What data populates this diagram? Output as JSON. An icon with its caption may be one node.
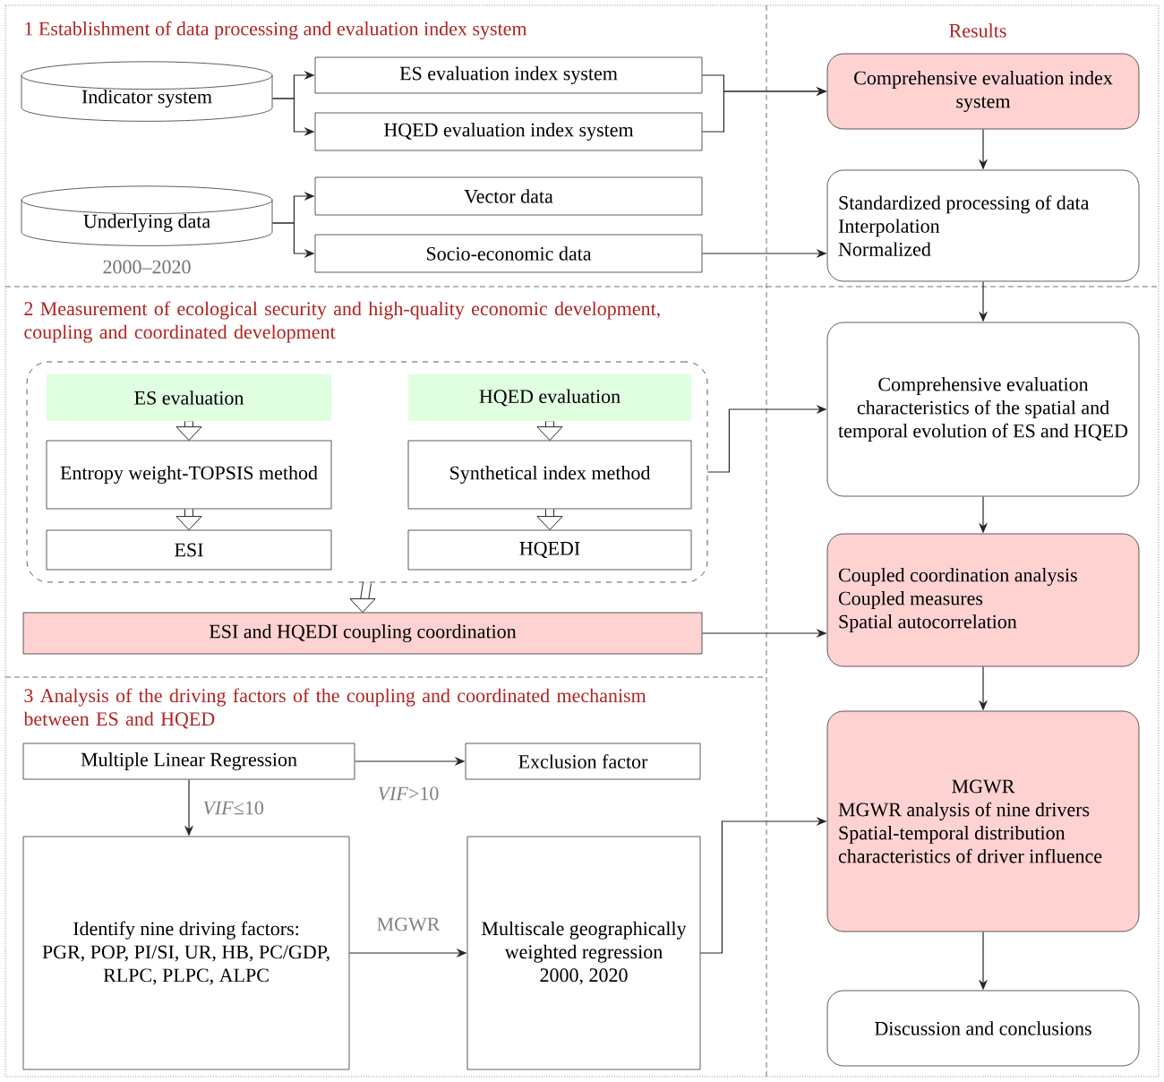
{
  "diagram": {
    "nodes": [
      {
        "text": [
          "Indicator system"
        ]
      },
      {
        "text": [
          "ES evaluation index system"
        ]
      },
      {
        "text": [
          "HQED evaluation index system"
        ]
      },
      {
        "text": [
          "Underlying data"
        ],
        "beside": [
          "2000–2020"
        ]
      },
      {
        "text": [
          "Vector data"
        ]
      },
      {
        "text": [
          "Socio-economic data"
        ]
      },
      {
        "text": [
          "Comprehensive evaluation index system"
        ]
      },
      {
        "text": [
          "Standardized processing of data",
          "Interpolation",
          "Normalized"
        ]
      },
      {
        "text": [],
        "shape": "box"
      },
      {
        "text": [
          "ES evaluation"
        ],
        "in": 8
      },
      {
        "text": [
          "Entropy weight-TOPSIS method"
        ],
        "in": 8
      },
      {
        "text": [
          "ESI"
        ],
        "in": 8
      },
      {
        "text": [
          "HQED evaluation"
        ],
        "in": 8
      },
      {
        "text": [
          "Synthetical index method"
        ],
        "in": 8
      },
      {
        "text": [
          "HQEDI"
        ],
        "in": 8
      },
      {
        "text": [
          "ESI and HQEDI coupling coordination"
        ]
      },
      {
        "text": [
          "Comprehensive evaluation characteristics of the spatial and temporal evolution of ES and HQED"
        ]
      },
      {
        "text": [
          "Coupled coordination analysis",
          "Coupled measures",
          "Spatial autocorrelation"
        ]
      },
      {
        "text": [
          "Multiple Linear Regression"
        ]
      },
      {
        "text": [
          "Exclusion factor"
        ]
      },
      {
        "text": [
          "Identify nine driving factors:",
          "PGR, POP, PI/SI, UR, HB, PC/GDP, RLPC, PLPC, ALPC"
        ]
      },
      {
        "text": [
          "Multiscale geographically weighted regression",
          "2000, 2020"
        ]
      },
      {
        "text": [
          "MGWR",
          "MGWR analysis of nine drivers",
          "Spatial-temporal distribution characteristics of driver influence"
        ]
      },
      {
        "text": [
          "Discussion and conclusions"
        ]
      }
    ],
    "edges": [
      {
        "from": 0,
        "to": 1,
        "arrow": "to"
      },
      {
        "from": 0,
        "to": 2,
        "arrow": "to"
      },
      {
        "from": 1,
        "to": 6,
        "arrow": "to"
      },
      {
        "from": 2,
        "to": 6,
        "arrow": "to"
      },
      {
        "from": 3,
        "to": 4,
        "arrow": "to"
      },
      {
        "from": 3,
        "to": 5,
        "arrow": "to"
      },
      {
        "from": 5,
        "to": 7,
        "arrow": "to"
      },
      {
        "from": 6,
        "to": 7,
        "arrow": "to"
      },
      {
        "from": 7,
        "to": 16,
        "arrow": "to"
      },
      {
        "from": 8,
        "to": 16,
        "arrow": "to"
      },
      {
        "from": 9,
        "to": 10,
        "arrow": "to",
        "style": "thick"
      },
      {
        "from": 10,
        "to": 11,
        "arrow": "to",
        "style": "thick"
      },
      {
        "from": 12,
        "to": 13,
        "arrow": "to",
        "style": "thick"
      },
      {
        "from": 13,
        "to": 14,
        "arrow": "to",
        "style": "thick"
      },
      {
        "from": 8,
        "to": 15,
        "arrow": "to",
        "style": "thick"
      },
      {
        "from": 15,
        "to": 17,
        "arrow": "to"
      },
      {
        "from": 16,
        "to": 17,
        "arrow": "to"
      },
      {
        "from": 18,
        "to": 19,
        "arrow": "to",
        "label": "*VIF*>10"
      },
      {
        "from": 18,
        "to": 20,
        "arrow": "to",
        "label": "*VIF*≤10"
      },
      {
        "from": 20,
        "to": 21,
        "arrow": "to",
        "label": "MGWR"
      },
      {
        "from": 21,
        "to": 22,
        "arrow": "to"
      },
      {
        "from": 17,
        "to": 22,
        "arrow": "to"
      },
      {
        "from": 22,
        "to": 23,
        "arrow": "to"
      }
    ],
    "labels": [
      "1 Establishment of data processing and evaluation index system",
      "Results",
      "2 Measurement of ecological security and high-quality economic development, coupling and coordinated development",
      "3 Analysis of the driving factors of the coupling and coordinated mechanism between ES and HQED"
    ]
  }
}
